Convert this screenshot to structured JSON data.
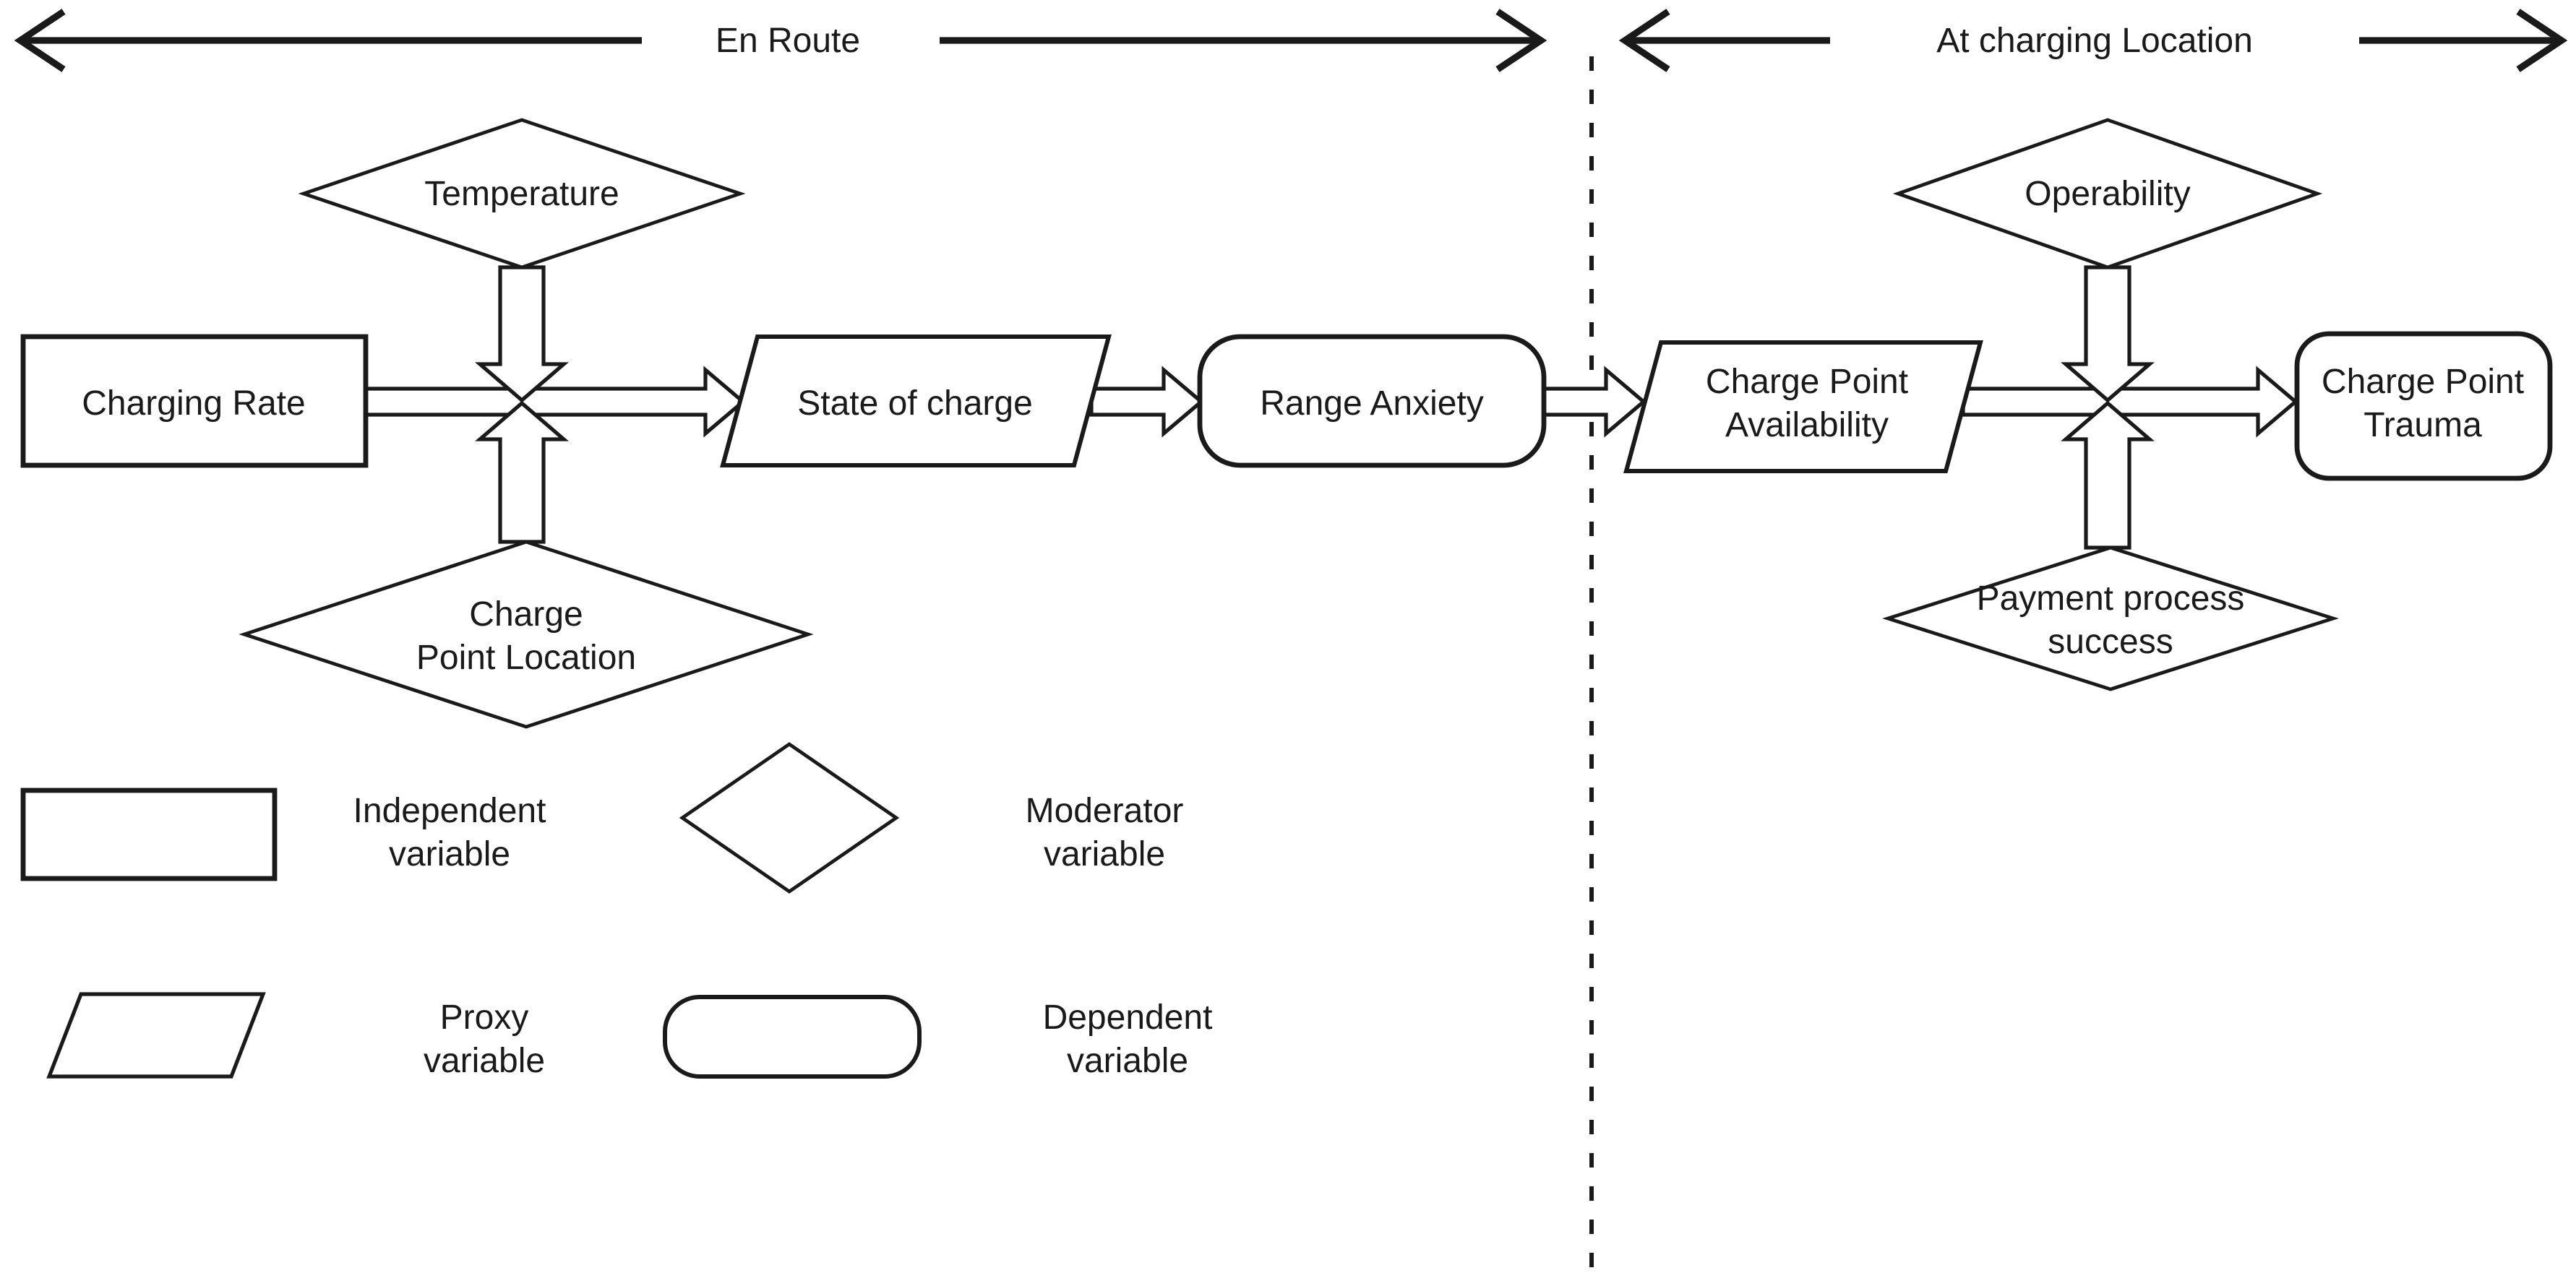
{
  "figure": {
    "type": "conceptual-model-flowchart",
    "background": "#ffffff",
    "ink_color": "#1a1a1a"
  },
  "sections": {
    "left": {
      "label": "En Route"
    },
    "right": {
      "label": "At charging Location"
    }
  },
  "nodes": {
    "charging_rate": {
      "label": "Charging Rate",
      "type": "independent variable"
    },
    "temperature": {
      "label": "Temperature",
      "type": "moderator variable"
    },
    "charge_point_location": {
      "lines": [
        "Charge",
        "Point Location"
      ],
      "type": "moderator variable"
    },
    "state_of_charge": {
      "label": "State of charge",
      "type": "proxy variable"
    },
    "range_anxiety": {
      "label": "Range Anxiety",
      "type": "dependent variable"
    },
    "charge_point_availability": {
      "lines": [
        "Charge Point",
        "Availability"
      ],
      "type": "proxy variable"
    },
    "operability": {
      "label": "Operability",
      "type": "moderator variable"
    },
    "payment_process_success": {
      "lines": [
        "Payment process",
        "success"
      ],
      "type": "moderator variable"
    },
    "charge_point_trauma": {
      "lines": [
        "Charge Point",
        "Trauma"
      ],
      "type": "dependent variable"
    }
  },
  "legend": {
    "items": [
      {
        "shape": "rectangle",
        "lines": [
          "Independent",
          "variable"
        ]
      },
      {
        "shape": "diamond",
        "lines": [
          "Moderator",
          "variable"
        ]
      },
      {
        "shape": "parallelogram",
        "lines": [
          "Proxy",
          "variable"
        ]
      },
      {
        "shape": "rounded-rectangle",
        "lines": [
          "Dependent",
          "variable"
        ]
      }
    ]
  }
}
